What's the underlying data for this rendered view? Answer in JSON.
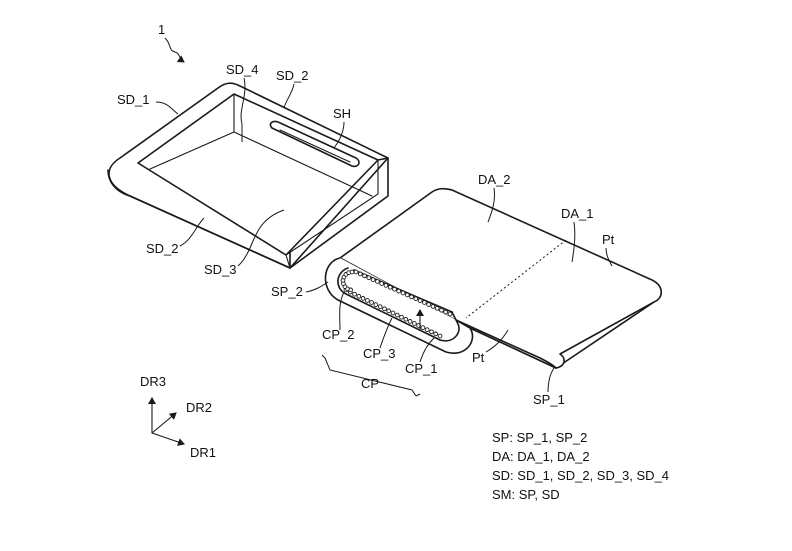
{
  "figure": {
    "ref_numeral": "1",
    "labels": {
      "sd_1": "SD_1",
      "sd_4": "SD_4",
      "sd_2_top": "SD_2",
      "sh": "SH",
      "sd_2_front": "SD_2",
      "sd_3": "SD_3",
      "da_2": "DA_2",
      "da_1": "DA_1",
      "pt_top": "Pt",
      "sp_2": "SP_2",
      "cp_2": "CP_2",
      "cp_3": "CP_3",
      "cp_1": "CP_1",
      "pt_bottom": "Pt",
      "cp": "CP",
      "sp_1": "SP_1"
    },
    "axes": {
      "dr3": "DR3",
      "dr2": "DR2",
      "dr1": "DR1"
    },
    "legend": [
      "SP: SP_1, SP_2",
      "DA: DA_1, DA_2",
      "SD: SD_1, SD_2, SD_3, SD_4",
      "SM: SP, SD"
    ]
  }
}
